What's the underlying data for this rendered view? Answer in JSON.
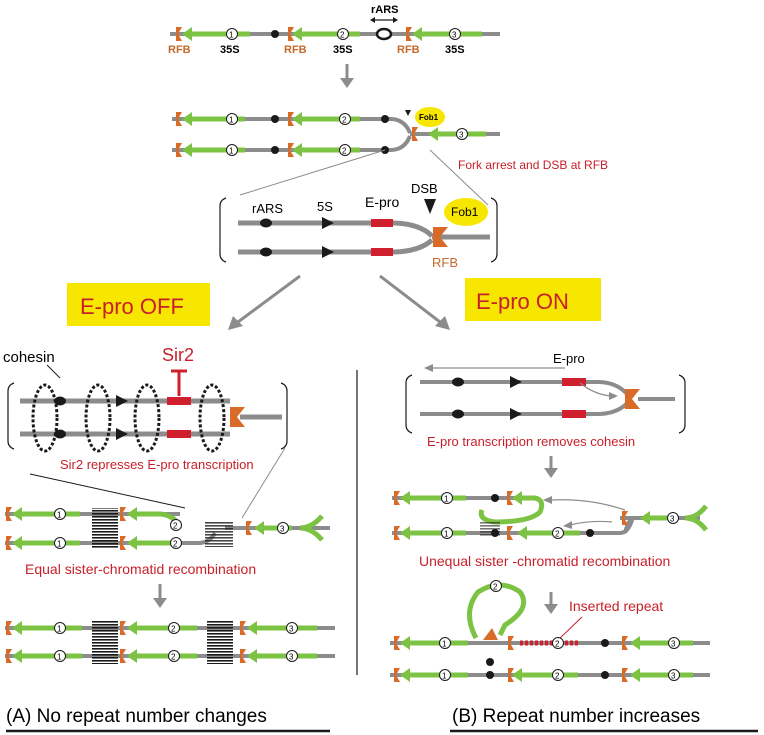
{
  "top": {
    "rars_label": "rARS",
    "rfb_label": "RFB",
    "s35_label": "35S",
    "repeat_numbers": [
      "1",
      "2",
      "3"
    ]
  },
  "fork": {
    "fob1_label": "Fob1",
    "caption": "Fork arrest and DSB at RFB"
  },
  "zoom": {
    "rars_label": "rARS",
    "s5_label": "5S",
    "epro_label": "E-pro",
    "dsb_label": "DSB",
    "fob1_label": "Fob1",
    "rfb_label": "RFB"
  },
  "left": {
    "badge": "E-pro OFF",
    "cohesin_label": "cohesin",
    "sir2_label": "Sir2",
    "sir2_caption": "Sir2 represses E-pro transcription",
    "recomb_caption": "Equal sister-chromatid recombination",
    "footer": "(A) No repeat number changes"
  },
  "right": {
    "badge": "E-pro ON",
    "epro_label": "E-pro",
    "cohesin_caption": "E-pro transcription removes cohesin",
    "recomb_caption": "Unequal sister -chromatid recombination",
    "inserted_label": "Inserted repeat",
    "footer": "(B) Repeat number increases"
  },
  "colors": {
    "green": "#7cc243",
    "gray": "#8c8c8c",
    "orange": "#d96b28",
    "red": "#d0202e",
    "yellow": "#f7e600",
    "text_red": "#c8202a"
  }
}
